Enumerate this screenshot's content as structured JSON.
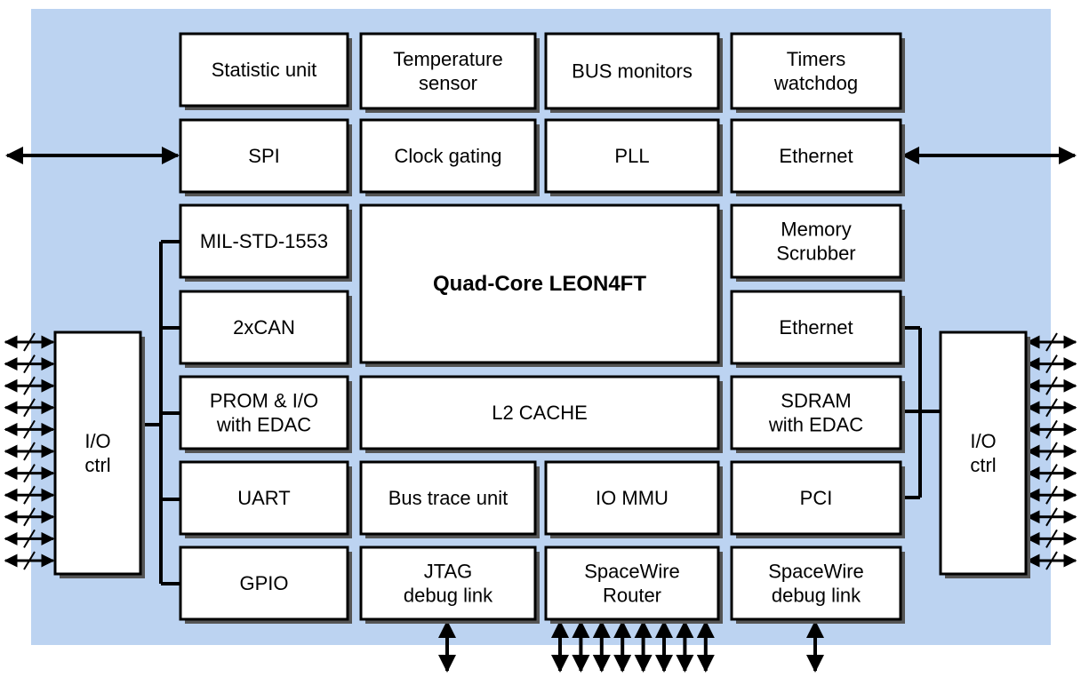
{
  "blocks": {
    "statistic_unit": [
      "Statistic unit"
    ],
    "temperature_sensor": [
      "Temperature",
      "sensor"
    ],
    "bus_monitors": [
      "BUS monitors"
    ],
    "timers_watchdog": [
      "Timers",
      "watchdog"
    ],
    "spi": [
      "SPI"
    ],
    "clock_gating": [
      "Clock gating"
    ],
    "pll": [
      "PLL"
    ],
    "ethernet_top": [
      "Ethernet"
    ],
    "mil_std_1553": [
      "MIL-STD-1553"
    ],
    "quad_core": [
      "Quad-Core LEON4FT"
    ],
    "memory_scrubber": [
      "Memory",
      "Scrubber"
    ],
    "can": [
      "2xCAN"
    ],
    "ethernet_mid": [
      "Ethernet"
    ],
    "prom_io": [
      "PROM & I/O",
      "with EDAC"
    ],
    "l2_cache": [
      "L2 CACHE"
    ],
    "sdram": [
      "SDRAM",
      "with EDAC"
    ],
    "uart": [
      "UART"
    ],
    "bus_trace": [
      "Bus trace unit"
    ],
    "io_mmu": [
      "IO MMU"
    ],
    "pci": [
      "PCI"
    ],
    "gpio": [
      "GPIO"
    ],
    "jtag": [
      "JTAG",
      "debug link"
    ],
    "spacewire_router": [
      "SpaceWire",
      "Router"
    ],
    "spacewire_debug": [
      "SpaceWire",
      "debug link"
    ],
    "io_ctrl_left": [
      "I/O",
      "ctrl"
    ],
    "io_ctrl_right": [
      "I/O",
      "ctrl"
    ]
  },
  "colors": {
    "chip_background": "#bcd3f1",
    "block_fill": "#ffffff",
    "shadow": "#555555",
    "line": "#000000"
  }
}
